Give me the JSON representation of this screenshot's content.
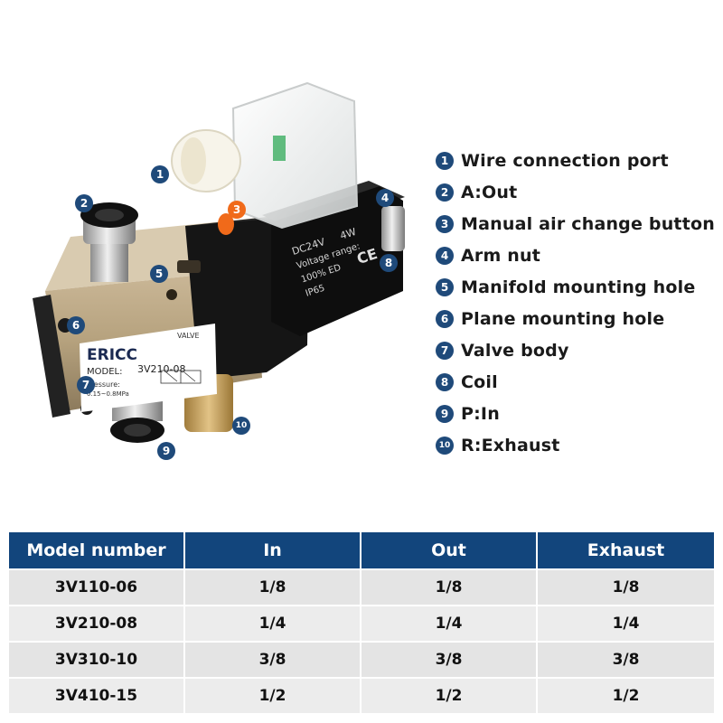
{
  "figure": {
    "brand": "ERICC",
    "model_label": "MODEL:",
    "model_value": "3V210-08",
    "valve_text": "VALVE",
    "pressure_label": "Pressure:",
    "pressure_value": "0.15~0.8MPa",
    "coil_line1": "DC24V",
    "coil_power": "4W",
    "coil_line2": "Voltage  range:",
    "coil_line3": "100% ED",
    "coil_line4": "IP65",
    "ce_mark": "CE",
    "callouts": [
      "1",
      "2",
      "3",
      "4",
      "5",
      "6",
      "7",
      "8",
      "9",
      "10"
    ]
  },
  "legend": [
    {
      "num": "1",
      "text": "Wire connection port"
    },
    {
      "num": "2",
      "text": "A:Out"
    },
    {
      "num": "3",
      "text": "Manual air change button"
    },
    {
      "num": "4",
      "text": "Arm nut"
    },
    {
      "num": "5",
      "text": "Manifold mounting hole"
    },
    {
      "num": "6",
      "text": "Plane mounting hole"
    },
    {
      "num": "7",
      "text": "Valve body"
    },
    {
      "num": "8",
      "text": "Coil"
    },
    {
      "num": "9",
      "text": "P:In"
    },
    {
      "num": "10",
      "text": "R:Exhaust"
    }
  ],
  "table": {
    "headers": [
      "Model number",
      "In",
      "Out",
      "Exhaust"
    ],
    "rows": [
      [
        "3V110-06",
        "1/8",
        "1/8",
        "1/8"
      ],
      [
        "3V210-08",
        "1/4",
        "1/4",
        "1/4"
      ],
      [
        "3V310-10",
        "3/8",
        "3/8",
        "3/8"
      ],
      [
        "3V410-15",
        "1/2",
        "1/2",
        "1/2"
      ]
    ]
  },
  "colors": {
    "accent": "#12457c",
    "callout": "#1f4a7a",
    "button_orange": "#f06a1a"
  }
}
